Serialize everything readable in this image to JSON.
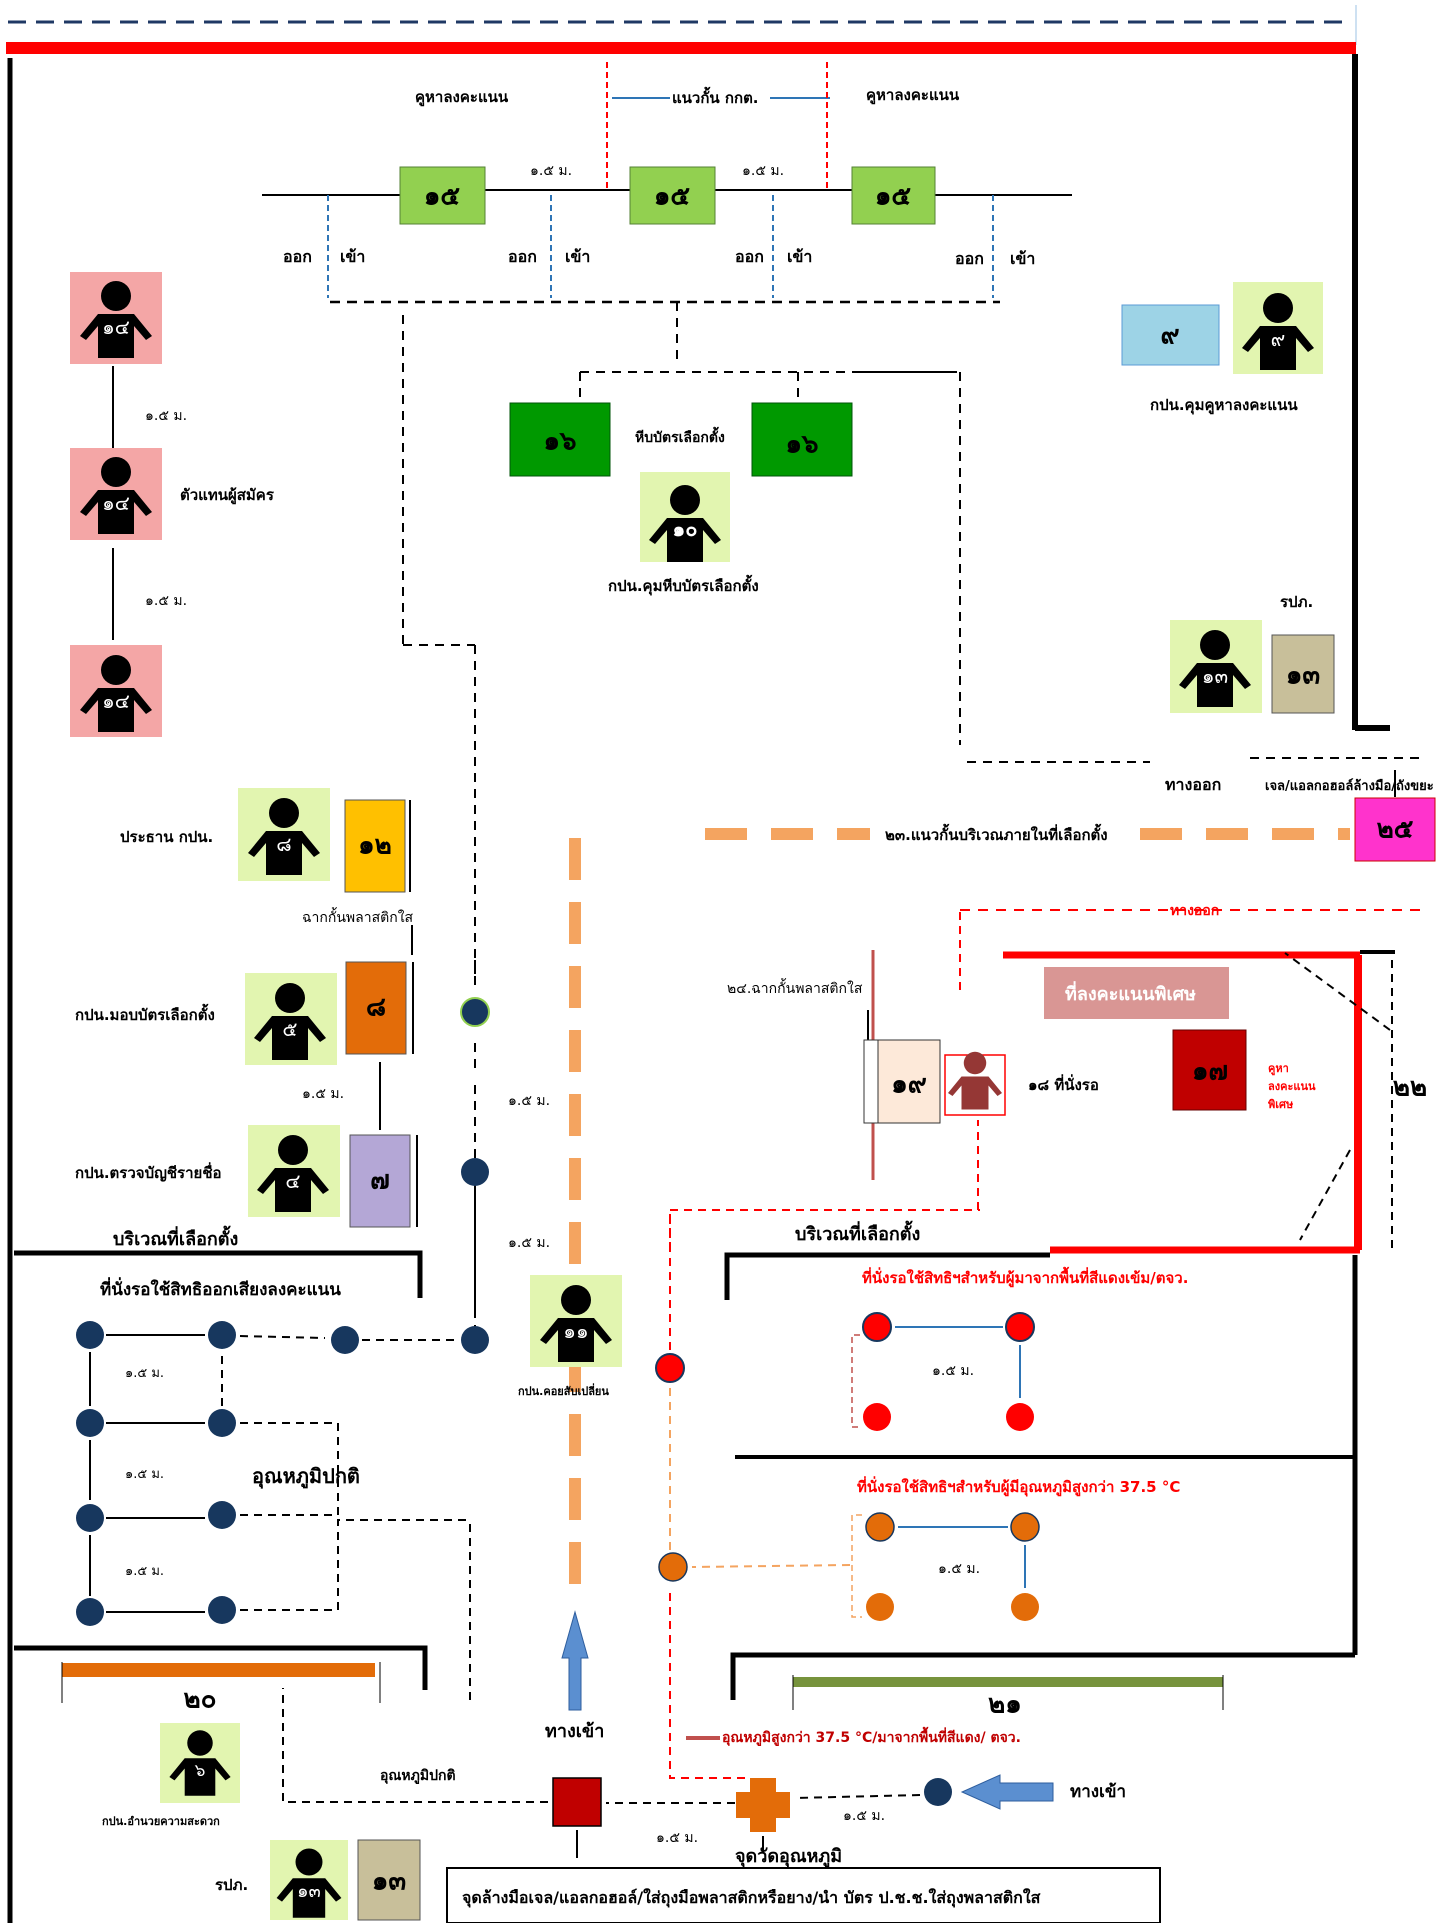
{
  "top": {
    "booth_label_left": "คูหาลงคะแนน",
    "booth_label_right": "คูหาลงคะแนน",
    "ect_barrier": "แนวกั้น กกต."
  },
  "booth_number": "๑๕",
  "spacing_label": "๑.๕ ม.",
  "spacing_label_b": "๑.๕ ม.",
  "exit_word": "ออก",
  "enter_word": "เข้า",
  "ballot_box": {
    "number": "๑๖",
    "label": "หีบบัตรเลือกตั้ง"
  },
  "person_10": {
    "number": "๑๐",
    "label": "กปน.คุมหีบบัตรเลือกตั้ง"
  },
  "person_9": {
    "number": "๙",
    "box_number": "๙",
    "label": "กปน.คุมคูหาลงคะแนน"
  },
  "candidate_reps": {
    "number": "๑๔",
    "label": "ตัวแทนผู้สมัคร"
  },
  "police_top": {
    "label": "รปภ.",
    "number": "๑๓"
  },
  "exit_label": "ทางออก",
  "sanitizer_label": "เจล/แอลกอฮอล์ล้างมือ/ถังขยะ",
  "box_25": "๒๕",
  "barrier_23": "๒๓.แนวกั้นบริเวณภายในที่เลือกตั้ง",
  "chairman": {
    "label": "ประธาน กปน.",
    "person_number": "๘",
    "box_number": "๑๒"
  },
  "clear_screen": "ฉากกั้นพลาสติกใส",
  "issuer": {
    "label": "กปน.มอบบัตรเลือกตั้ง",
    "person_number": "๕",
    "box_number": "๘"
  },
  "checker": {
    "label": "กปน.ตรวจบัญชีรายชื่อ",
    "person_number": "๔",
    "box_number": "๗"
  },
  "area_label": "บริเวณที่เลือกตั้ง",
  "waiting_label": "ที่นั่งรอใช้สิทธิออกเสียงลงคะแนน",
  "normal_temp": "อุณหภูมิปกติ",
  "normal_temp_small": "อุณหภูมิปกติ",
  "person_11": {
    "number": "๑๑",
    "label": "กปน.คอยสับเปลี่ยน"
  },
  "entrance": "ทางเข้า",
  "entrance_right": "ทางเข้า",
  "special": {
    "exit": "ทางออก",
    "title": "ที่ลงคะแนนพิเศษ",
    "screen_24": "๒๔.ฉากกั้นพลาสติกใส",
    "box_19": "๑๙",
    "seat_18": "๑๘ ที่นั่งรอ",
    "booth_17": "๑๗",
    "booth_17_label": [
      "คูหา",
      "ลงคะแนน",
      "พิเศษ"
    ],
    "label_22": "๒๒"
  },
  "red_zone_title": "ที่นั่งรอใช้สิทธิฯสำหรับผู้มาจากพื้นที่สีแดงเข้ม/ตจว.",
  "high_temp_title": "ที่นั่งรอใช้สิทธิฯสำหรับผู้มีอุณหภูมิสูงกว่า 37.5 °C",
  "high_temp_arrow": "อุณหภูมิสูงกว่า 37.5 °C/มาจากพื้นที่สีแดง/ ตจว.",
  "label_20": "๒๐",
  "label_21": "๒๑",
  "helper": {
    "number": "๖",
    "label": "กปน.อำนวยความสะดวก"
  },
  "police_bottom": {
    "label": "รปภ.",
    "number": "๑๓"
  },
  "temp_point": "จุดวัดอุณหภูมิ",
  "handwash": "จุดล้างมือเจล/แอลกอฮอล์/ใส่ถุงมือพลาสติกหรือยาง/นำ บัตร ป.ช.ช.ใส่ถุงพลาสติกใส",
  "colors": {
    "booth": "#92d050",
    "ballot": "#009900",
    "pink": "#f4a6a6",
    "lime": "#e2f5b0",
    "red": "#ff0000",
    "orange": "#f4a460",
    "navy": "#17375e",
    "magenta": "#ff33cc"
  }
}
